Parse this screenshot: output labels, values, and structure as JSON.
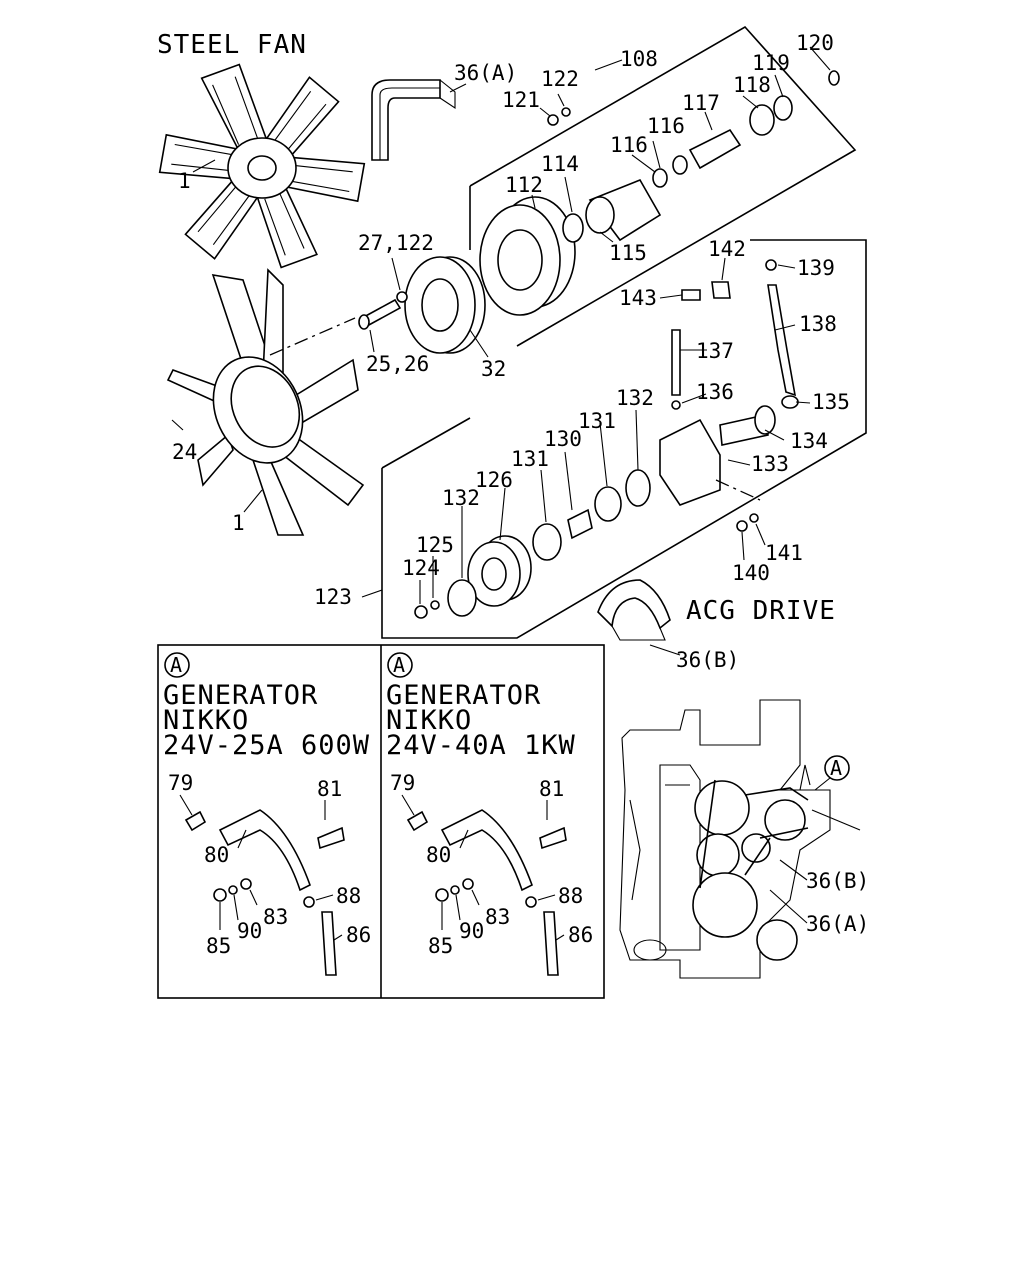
{
  "titles": {
    "steel_fan": "STEEL FAN",
    "acg_drive": "ACG DRIVE"
  },
  "inset_left": {
    "circle_label": "A",
    "line1": "GENERATOR",
    "line2": "NIKKO",
    "line3": "24V-25A 600W"
  },
  "inset_right": {
    "circle_label": "A",
    "line1": "GENERATOR",
    "line2": "NIKKO",
    "line3": "24V-40A 1KW"
  },
  "engine_view": {
    "circle_label": "A",
    "belt_b": "36(B)",
    "belt_a": "36(A)"
  },
  "callouts": {
    "c1_top": "1",
    "c1_bottom": "1",
    "c36a": "36(A)",
    "c36b": "36(B)",
    "c108": "108",
    "c120": "120",
    "c119": "119",
    "c118": "118",
    "c117": "117",
    "c122": "122",
    "c121": "121",
    "c116a": "116",
    "c116b": "116",
    "c114": "114",
    "c112": "112",
    "c115": "115",
    "c27": "27,122",
    "c142": "142",
    "c139": "139",
    "c143": "143",
    "c138": "138",
    "c137": "137",
    "c135": "135",
    "c136": "136",
    "c25": "25,26",
    "c32": "32",
    "c24": "24",
    "c134": "134",
    "c132a": "132",
    "c131a": "131",
    "c130": "130",
    "c131b": "131",
    "c133": "133",
    "c126": "126",
    "c132b": "132",
    "c125": "125",
    "c124": "124",
    "c123": "123",
    "c140": "140",
    "c141": "141",
    "l79": "79",
    "l81": "81",
    "l80": "80",
    "l88": "88",
    "l83": "83",
    "l90": "90",
    "l85": "85",
    "l86": "86",
    "r79": "79",
    "r81": "81",
    "r80": "80",
    "r88": "88",
    "r83": "83",
    "r90": "90",
    "r85": "85",
    "r86": "86"
  }
}
